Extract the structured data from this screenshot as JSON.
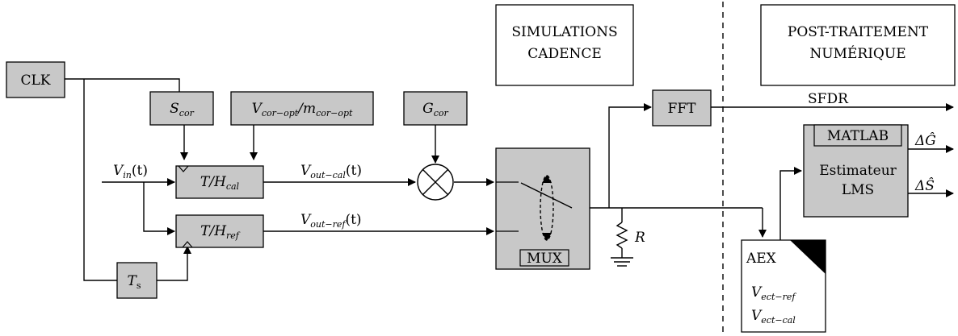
{
  "domains": {
    "simulation_label_line1": "SIMULATIONS",
    "simulation_label_line2": "CADENCE",
    "post_label_line1": "POST-TRAITEMENT",
    "post_label_line2": "NUMÉRIQUE"
  },
  "blocks": {
    "clk": "CLK",
    "s_cor": {
      "main": "S",
      "sub": "cor"
    },
    "v_cor_opt": {
      "part1": "V",
      "sub1": "cor−opt",
      "slash": "/",
      "part2": "m",
      "sub2": "cor−opt"
    },
    "g_cor": {
      "main": "G",
      "sub": "cor"
    },
    "th_cal": {
      "main": "T/H",
      "sub": "cal"
    },
    "th_ref": {
      "main": "T/H",
      "sub": "ref"
    },
    "ts": {
      "main": "T",
      "sub": "s"
    },
    "mux": "MUX",
    "fft": "FFT",
    "matlab": "MATLAB",
    "estimator_line1": "Estimateur",
    "estimator_line2": "LMS",
    "aex": "AEX",
    "aex_line1": {
      "main": "V",
      "sub": "ect−ref"
    },
    "aex_line2": {
      "main": "V",
      "sub": "ect−cal"
    }
  },
  "signals": {
    "vin": {
      "main": "V",
      "sub": "in",
      "arg": "(t)"
    },
    "vout_cal": {
      "main": "V",
      "sub": "out−cal",
      "arg": "(t)"
    },
    "vout_ref": {
      "main": "V",
      "sub": "out−ref",
      "arg": "(t)"
    },
    "sfdr": "SFDR",
    "resistor": "R",
    "delta_g": "ΔĜ",
    "delta_s": "ΔŜ"
  }
}
